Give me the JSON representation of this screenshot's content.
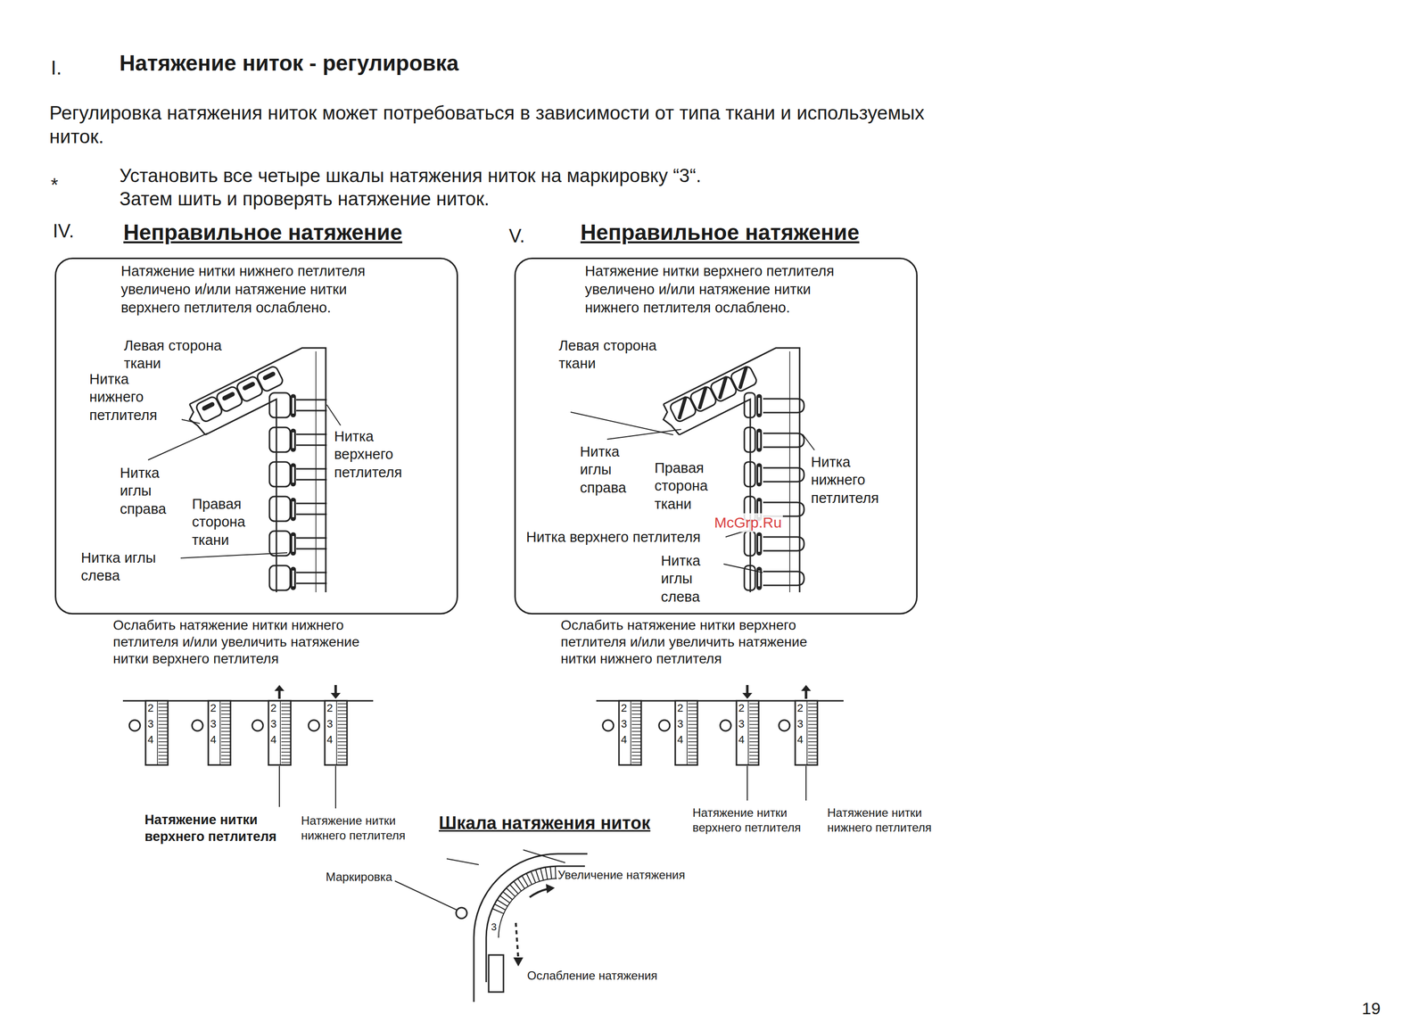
{
  "diagram": {
    "title": "Натяжение ниток - регулировка",
    "nodes": [
      {
        "text": [
          "Неправильное натяжение",
          "Натяжение нитки нижнего петлителя увеличено и/или натяжение нитки верхнего петлителя ослаблено."
        ]
      },
      {
        "text": [
          "Неправильное натяжение",
          "Натяжение нитки верхнего петлителя увеличено и/или натяжение нитки нижнего петлителя ослаблено."
        ]
      }
    ],
    "labels": [
      "I.",
      "Регулировка натяжения ниток может потребоваться в зависимости от типа ткани и используемых ниток.",
      "*",
      "Установить все четыре шкалы натяжения ниток на маркировку “3“.",
      "Затем шить и проверять натяжение ниток.",
      "IV.",
      "V.",
      "Левая сторона ткани",
      "Нитка нижнего петлителя",
      "Нитка верхнего петлителя",
      "Нитка иглы справа",
      "Правая сторона ткани",
      "Нитка иглы слева",
      "Левая сторона ткани",
      "Нитка иглы справа",
      "Правая сторона ткани",
      "Нитка нижнего петлителя",
      "Нитка верхнего петлителя",
      "Нитка иглы слева",
      "McGrp.Ru",
      "Ослабить натяжение нитки нижнего петлителя и/или увеличить натяжение нитки верхнего петлителя",
      "Ослабить натяжение нитки верхнего петлителя и/или увеличить натяжение нитки нижнего петлителя",
      "2",
      "3",
      "4",
      "2",
      "3",
      "4",
      "2",
      "3",
      "4",
      "2",
      "3",
      "4",
      "2",
      "3",
      "4",
      "2",
      "3",
      "4",
      "2",
      "3",
      "4",
      "2",
      "3",
      "4",
      "Натяжение нитки верхнего петлителя",
      "Натяжение нитки нижнего петлителя",
      "Натяжение нитки верхнего петлителя",
      "Натяжение нитки нижнего петлителя",
      "Шкала натяжения ниток",
      "Маркировка",
      "Увеличение натяжения",
      "Ослабление натяжения",
      "3",
      "19"
    ]
  }
}
